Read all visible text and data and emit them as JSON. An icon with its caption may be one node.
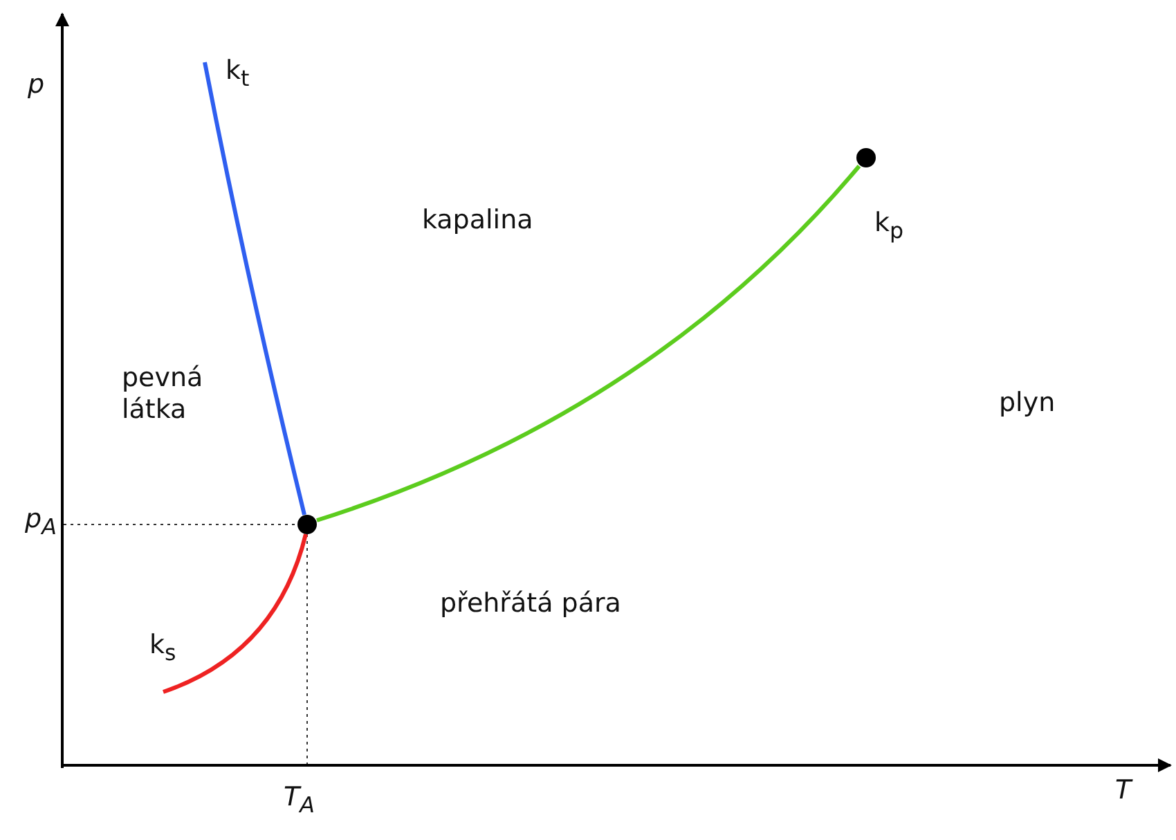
{
  "diagram": {
    "nodes": [
      {
        "text": [],
        "shape": "circle"
      },
      {
        "text": [],
        "shape": "circle"
      }
    ],
    "edges": [
      {
        "from": 0,
        "to": 1,
        "arrow": "none",
        "color": "#5ccc1e"
      },
      {
        "from": 0,
        "to": null,
        "arrow": "none",
        "color": "#2f5ff0"
      },
      {
        "from": 0,
        "to": null,
        "arrow": "none",
        "color": "#ee2222"
      }
    ],
    "labels": [
      "p",
      "k$_{t}$",
      "kapalina",
      "k$_{p}$",
      "pevná látka",
      "plyn",
      "p$_{A}$",
      "přehřátá pára",
      "k$_{s}$",
      "T$_{A}$",
      "T"
    ]
  }
}
